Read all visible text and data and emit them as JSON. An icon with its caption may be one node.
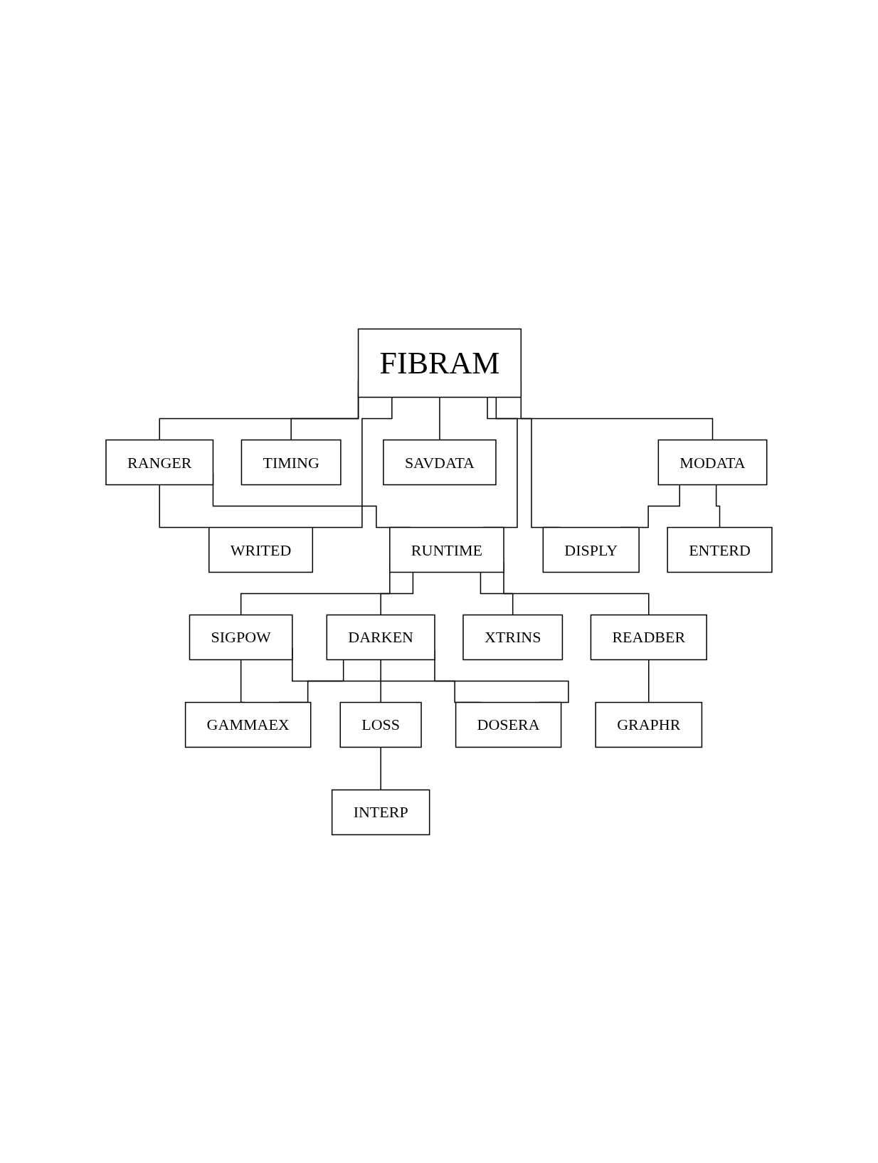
{
  "diagram": {
    "nodes": [
      {
        "text": [
          "FIBRAM"
        ]
      },
      {
        "text": [
          "RANGER"
        ]
      },
      {
        "text": [
          "TIMING"
        ]
      },
      {
        "text": [
          "WRITED"
        ]
      },
      {
        "text": [
          "MODATA"
        ]
      },
      {
        "text": [
          "RUNTIME"
        ]
      },
      {
        "text": [
          "SAVDATA"
        ]
      },
      {
        "text": [
          "DISPLY"
        ]
      },
      {
        "text": [
          "ENTERD"
        ]
      },
      {
        "text": [
          "SIGPOW"
        ]
      },
      {
        "text": [
          "DARKEN"
        ]
      },
      {
        "text": [
          "XTRINS"
        ]
      },
      {
        "text": [
          "GAMMAEX"
        ]
      },
      {
        "text": [
          "LOSS"
        ]
      },
      {
        "text": [
          "READBER"
        ]
      },
      {
        "text": [
          "DOSERA"
        ]
      },
      {
        "text": [
          "INTERP"
        ]
      },
      {
        "text": [
          "GRAPHR"
        ]
      }
    ],
    "edges": [
      {
        "from": 0,
        "to": 1,
        "arrow": "none"
      },
      {
        "from": 0,
        "to": 2,
        "arrow": "none"
      },
      {
        "from": 1,
        "to": 3,
        "arrow": "none"
      },
      {
        "from": 0,
        "to": 3,
        "arrow": "none"
      },
      {
        "from": 0,
        "to": 4,
        "arrow": "none"
      },
      {
        "from": 1,
        "to": 5,
        "arrow": "none"
      },
      {
        "from": 0,
        "to": 5,
        "arrow": "none"
      },
      {
        "from": 0,
        "to": 6,
        "arrow": "none"
      },
      {
        "from": 0,
        "to": 7,
        "arrow": "none"
      },
      {
        "from": 4,
        "to": 7,
        "arrow": "none"
      },
      {
        "from": 4,
        "to": 8,
        "arrow": "none"
      },
      {
        "from": 5,
        "to": 9,
        "arrow": "none"
      },
      {
        "from": 5,
        "to": 10,
        "arrow": "none"
      },
      {
        "from": 5,
        "to": 11,
        "arrow": "none"
      },
      {
        "from": 5,
        "to": 14,
        "arrow": "none"
      },
      {
        "from": 9,
        "to": 12,
        "arrow": "none"
      },
      {
        "from": 10,
        "to": 12,
        "arrow": "none"
      },
      {
        "from": 10,
        "to": 13,
        "arrow": "none"
      },
      {
        "from": 9,
        "to": 15,
        "arrow": "none"
      },
      {
        "from": 10,
        "to": 15,
        "arrow": "none"
      },
      {
        "from": 13,
        "to": 16,
        "arrow": "none"
      },
      {
        "from": 14,
        "to": 17,
        "arrow": "none"
      }
    ]
  }
}
